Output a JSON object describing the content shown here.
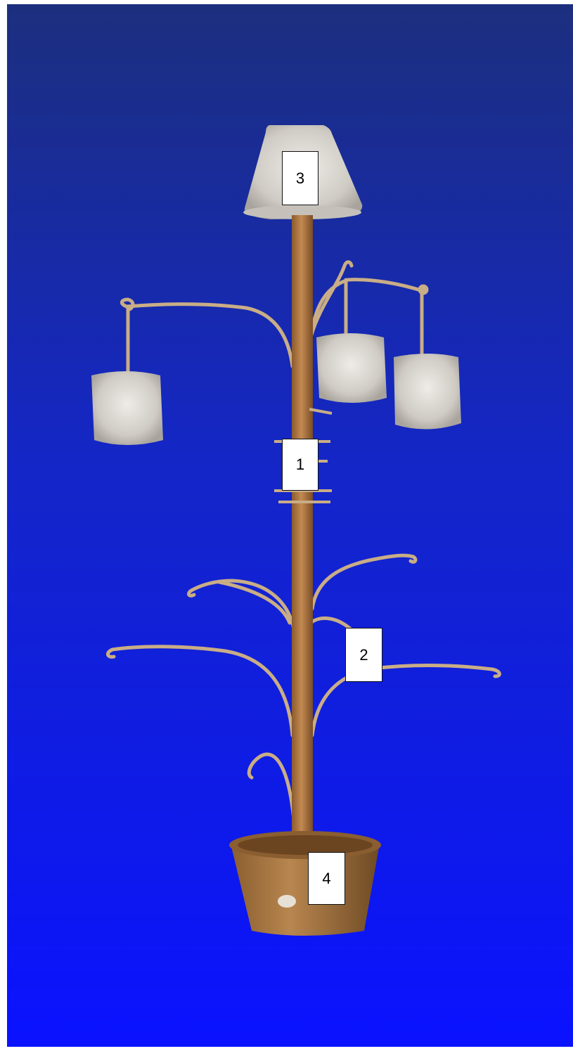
{
  "colors": {
    "background_top": "#1c2f7e",
    "background_bottom": "#0a12ff",
    "pole": "#b07a44",
    "branch": "#c9ad86",
    "shade": "#d6d3cd",
    "pot": "#a97a45"
  },
  "callouts": {
    "pole": "1",
    "branch": "2",
    "top_shade": "3",
    "pot": "4"
  }
}
